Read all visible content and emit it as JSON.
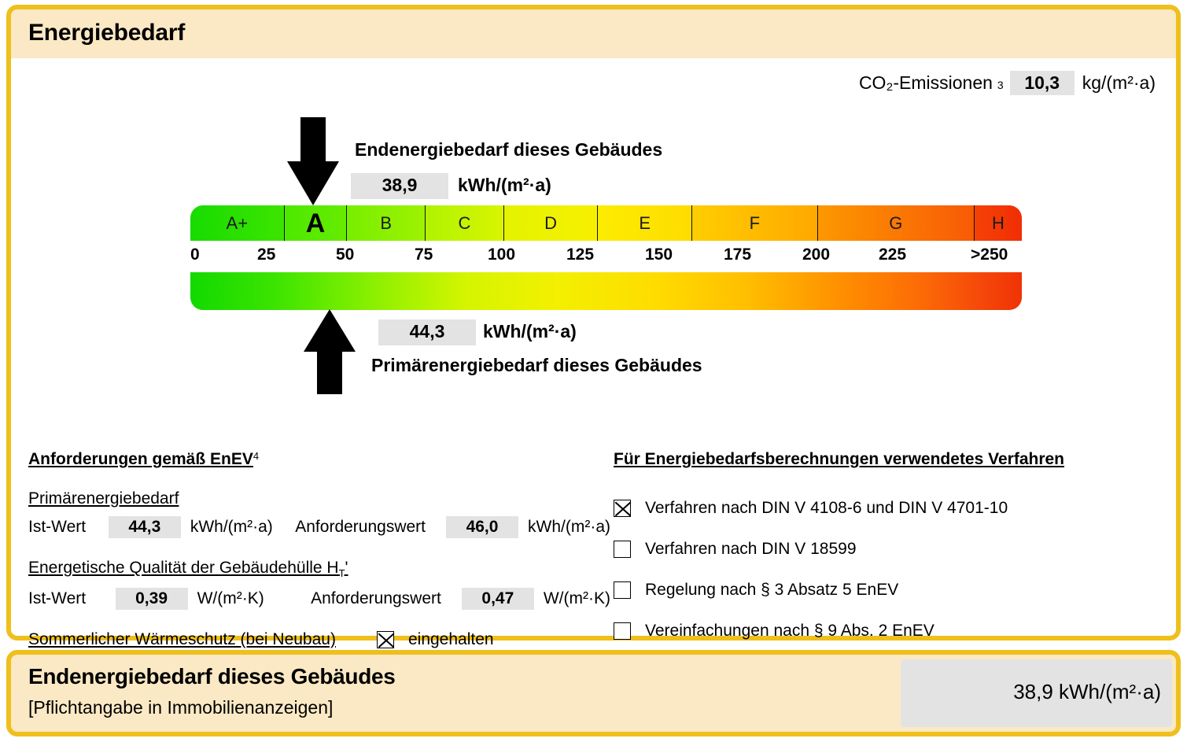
{
  "header": {
    "title": "Energiebedarf"
  },
  "co2": {
    "label": "CO₂-Emissionen",
    "footnote": "3",
    "value": "10,3",
    "unit": "kg/(m²·a)"
  },
  "endenergie": {
    "label": "Endenergiebedarf dieses Gebäudes",
    "value": "38,9",
    "unit": "kWh/(m²·a)"
  },
  "primaerenergie": {
    "label": "Primärenergiebedarf dieses Gebäudes",
    "value": "44,3",
    "unit": "kWh/(m²·a)"
  },
  "chart_data": {
    "type": "bar",
    "title": "Energieeffizienzklassen-Skala",
    "xlabel": "kWh/(m²·a)",
    "ylabel": "",
    "xlim": [
      0,
      250
    ],
    "grid": false,
    "legend": "none",
    "categories": [
      "A+",
      "A",
      "B",
      "C",
      "D",
      "E",
      "F",
      "G",
      "H"
    ],
    "class_ranges": [
      {
        "label": "A+",
        "start": 0,
        "end": 30,
        "color": "#2BE000"
      },
      {
        "label": "A",
        "start": 30,
        "end": 50,
        "color": "#5BEA00"
      },
      {
        "label": "B",
        "start": 50,
        "end": 75,
        "color": "#96F000"
      },
      {
        "label": "C",
        "start": 75,
        "end": 100,
        "color": "#D2F400"
      },
      {
        "label": "D",
        "start": 100,
        "end": 130,
        "color": "#F2EE00"
      },
      {
        "label": "E",
        "start": 130,
        "end": 160,
        "color": "#FFE000"
      },
      {
        "label": "F",
        "start": 160,
        "end": 200,
        "color": "#FFBC00"
      },
      {
        "label": "G",
        "start": 200,
        "end": 250,
        "color": "#FB8200"
      },
      {
        "label": "H",
        "start": 250,
        "end": 265,
        "color": "#F53A06"
      }
    ],
    "tick_labels": [
      "0",
      "25",
      "50",
      "75",
      "100",
      "125",
      "150",
      "175",
      "200",
      "225",
      ">250"
    ],
    "tick_values": [
      0,
      25,
      50,
      75,
      100,
      125,
      150,
      175,
      200,
      225,
      250
    ],
    "markers": [
      {
        "name": "Endenergiebedarf dieses Gebäudes",
        "value": 38.9,
        "display": "38,9",
        "unit": "kWh/(m²·a)",
        "direction": "down"
      },
      {
        "name": "Primärenergiebedarf dieses Gebäudes",
        "value": 44.3,
        "display": "44,3",
        "unit": "kWh/(m²·a)",
        "direction": "up"
      }
    ],
    "current_class": "A"
  },
  "requirements": {
    "heading": "Anforderungen gemäß EnEV",
    "heading_footnote": "4",
    "primary": {
      "title": "Primärenergiebedarf",
      "ist_label": "Ist-Wert",
      "ist_value": "44,3",
      "ist_unit": "kWh/(m²·a)",
      "soll_label": "Anforderungswert",
      "soll_value": "46,0",
      "soll_unit": "kWh/(m²·a)"
    },
    "envelope": {
      "title_pre": "Energetische Qualität der Gebäudehülle H",
      "title_sub": "T",
      "title_post": "'",
      "ist_label": "Ist-Wert",
      "ist_value": "0,39",
      "ist_unit": "W/(m²·K)",
      "soll_label": "Anforderungswert",
      "soll_value": "0,47",
      "soll_unit": "W/(m²·K)"
    },
    "summer": {
      "title": "Sommerlicher Wärmeschutz (bei Neubau)",
      "status_label": "eingehalten",
      "checked": true
    }
  },
  "method": {
    "heading": "Für Energiebedarfsberechnungen verwendetes Verfahren",
    "options": [
      {
        "label": "Verfahren nach DIN V 4108-6 und DIN V 4701-10",
        "checked": true
      },
      {
        "label": "Verfahren nach DIN V 18599",
        "checked": false
      },
      {
        "label": "Regelung nach § 3 Absatz 5 EnEV",
        "checked": false
      },
      {
        "label": "Vereinfachungen nach § 9 Abs. 2 EnEV",
        "checked": false
      }
    ]
  },
  "footer": {
    "title": "Endenergiebedarf dieses Gebäudes",
    "subtitle": "[Pflichtangabe in Immobilienanzeigen]",
    "value": "38,9 kWh/(m²·a)"
  },
  "colors": {
    "border": "#EFBF1C",
    "band": "#FAE9C4",
    "valuebox": "#E3E3E3"
  }
}
